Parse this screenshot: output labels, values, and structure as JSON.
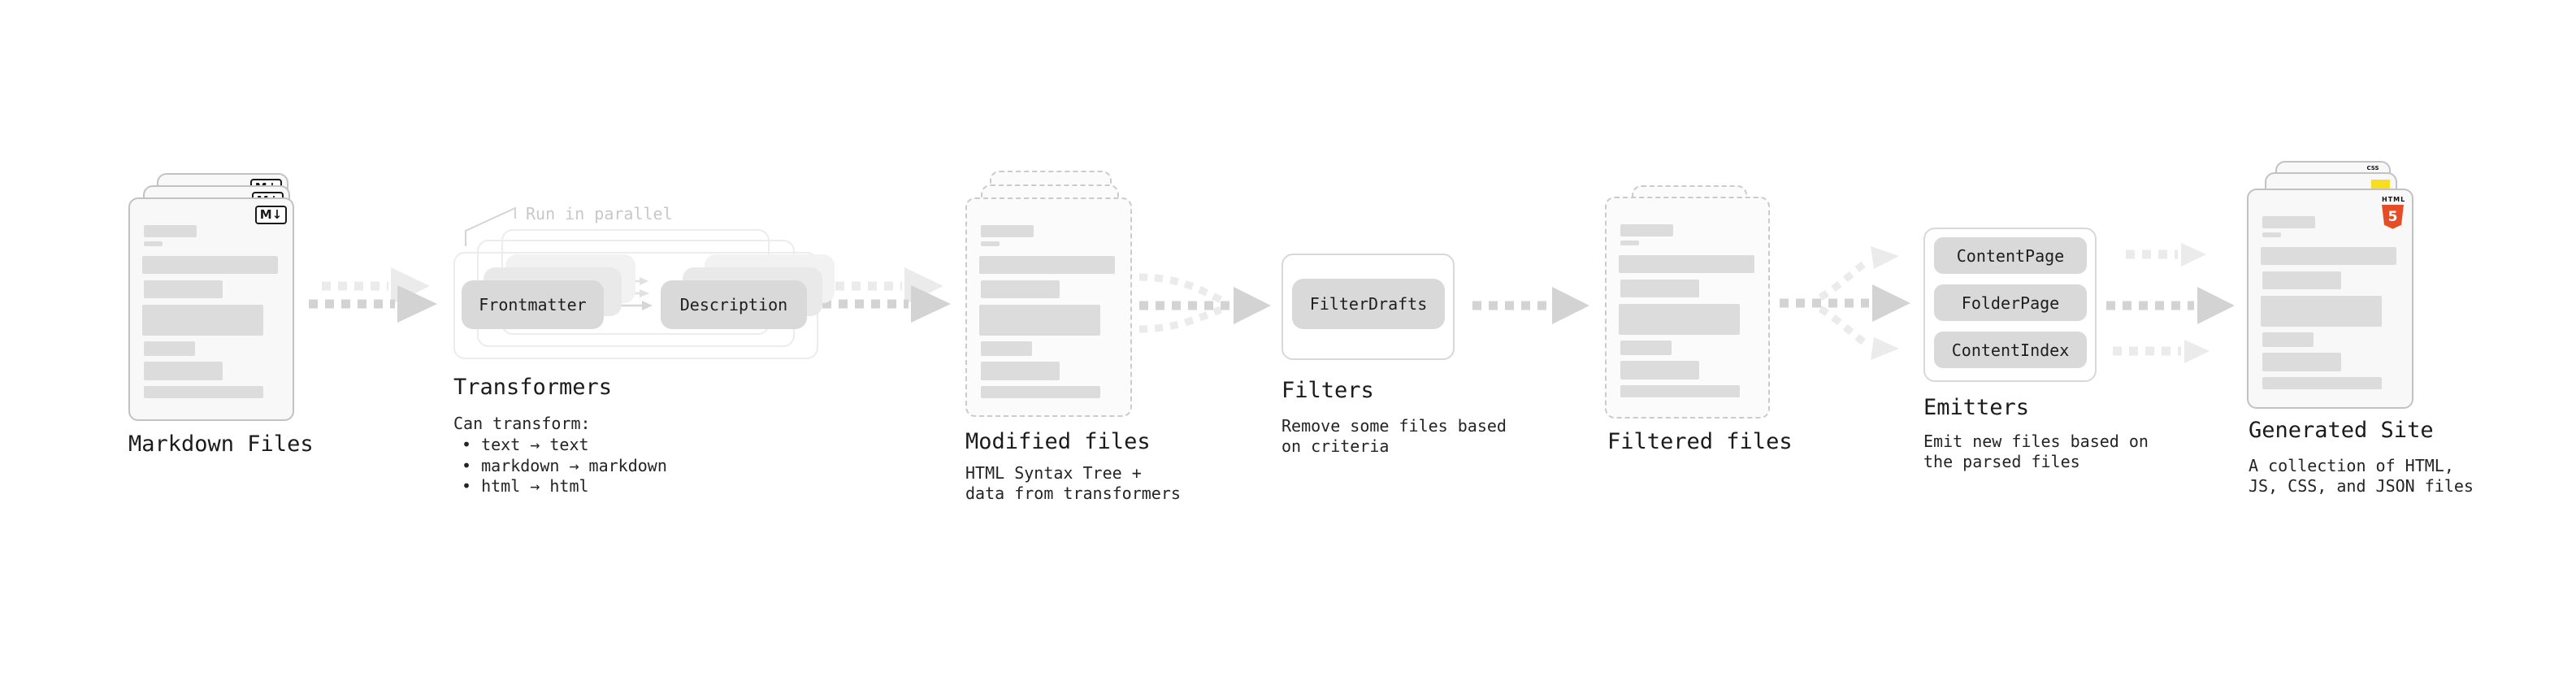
{
  "colors": {
    "background": "#ffffff",
    "card_border": "#c2c2c2",
    "card_fill": "#f8f8f8",
    "dashed_border": "#cbcbcb",
    "dashed_fill": "#fbfbfb",
    "skeleton": "#dcdcdc",
    "pill_fill": "#d9d9d9",
    "pill_ghost1": "#e9e9e9",
    "pill_ghost2": "#f2f2f2",
    "panel_border": "#ececec",
    "box_border": "#d8d8d8",
    "text_dark": "#1b1b1b",
    "text_faint": "#c8c8c8",
    "arrow_dark": "#d3d3d3",
    "arrow_light": "#ebebeb",
    "html5_orange": "#e44d26",
    "js_yellow": "#f7df1e",
    "css_blue": "#2563eb"
  },
  "markdown_files": {
    "label": "Markdown Files",
    "badge": "M↓"
  },
  "transformers": {
    "title": "Transformers",
    "annotation": "Run in parallel",
    "pill_left": "Frontmatter",
    "pill_right": "Description",
    "caption_heading": "Can transform:",
    "bullets": [
      "• text → text",
      "• markdown → markdown",
      "• html → html"
    ]
  },
  "modified_files": {
    "title": "Modified files",
    "caption": [
      "HTML Syntax Tree +",
      "data from transformers"
    ]
  },
  "filters": {
    "title": "Filters",
    "pill": "FilterDrafts",
    "caption": [
      "Remove some files based",
      "on criteria"
    ]
  },
  "filtered_files": {
    "title": "Filtered files"
  },
  "emitters": {
    "title": "Emitters",
    "pills": [
      "ContentPage",
      "FolderPage",
      "ContentIndex"
    ],
    "caption": [
      "Emit new files based on",
      "the parsed files"
    ]
  },
  "generated_site": {
    "title": "Generated Site",
    "caption": [
      "A collection of HTML,",
      "JS, CSS, and JSON files"
    ],
    "badge_html": "HTML",
    "badge_html_number": "5",
    "badge_css": "CSS"
  }
}
